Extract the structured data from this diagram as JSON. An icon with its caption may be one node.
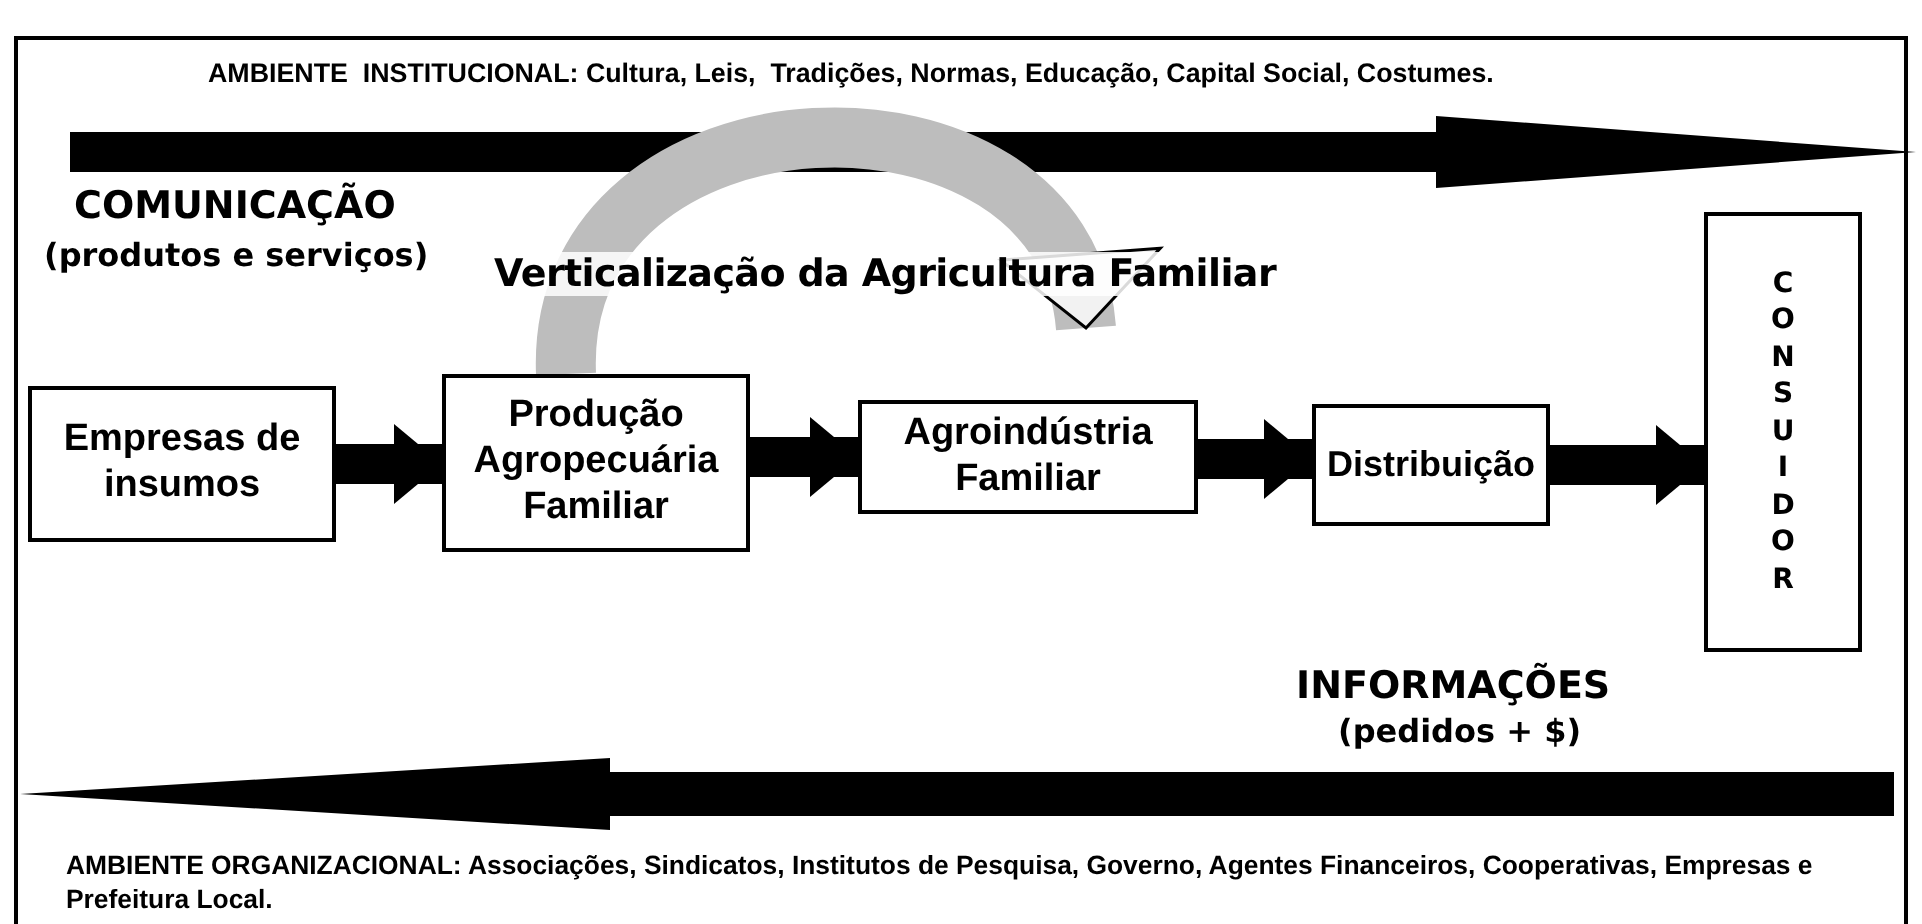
{
  "diagram": {
    "nodes": [
      {
        "text": [
          "Empresas de insumos"
        ]
      },
      {
        "text": [
          "Produção Agropecuária Familiar"
        ]
      },
      {
        "text": [
          "Agroindústria Familiar"
        ]
      },
      {
        "text": [
          "Distribuição"
        ]
      },
      {
        "text": [
          "CONSUIDOR"
        ]
      }
    ],
    "edges": [
      {
        "from": 0,
        "to": 1,
        "arrow": "to"
      },
      {
        "from": 1,
        "to": 2,
        "arrow": "to"
      },
      {
        "from": 2,
        "to": 3,
        "arrow": "to"
      },
      {
        "from": 3,
        "to": 4,
        "arrow": "to"
      },
      {
        "from": 1,
        "to": 2,
        "arrow": "to",
        "label": "Verticalização da Agricultura Familiar",
        "color": "#bdbdbd"
      }
    ],
    "labels": [
      "AMBIENTE  INSTITUCIONAL: Cultura, Leis,  Tradições, Normas, Educação, Capital Social, Costumes.",
      "COMUNICAÇÃO",
      "(produtos e serviços)",
      "INFORMAÇÕES",
      "(pedidos + $)",
      "AMBIENTE ORGANIZACIONAL:  Associações, Sindicatos, Institutos de Pesquisa, Governo, Agentes Financeiros, Cooperativas, Empresas e Prefeitura Local."
    ]
  }
}
